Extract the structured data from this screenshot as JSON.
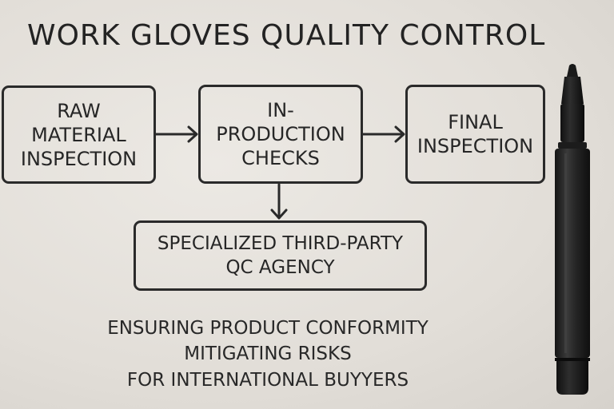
{
  "title": "WORK GLOVES QUALITY CONTROL",
  "nodes": {
    "raw": "RAW\nMATERIAL\nINSPECTION",
    "inprod": "IN-PRODUCTION\nCHECKS",
    "final": "FINAL\nINSPECTION",
    "agency": "SPECIALIZED THIRD-PARTY\nQC AGENCY"
  },
  "taglines": [
    "ENSURING PRODUCT CONFORMITY",
    "MITIGATING RISKS",
    "FOR INTERNATIONAL BUYYERS"
  ],
  "colors": {
    "ink": "#2a2a2a",
    "paper": "#e6e2dc",
    "marker": "#1f1f1f"
  },
  "icons": [
    "black-marker-pen"
  ]
}
